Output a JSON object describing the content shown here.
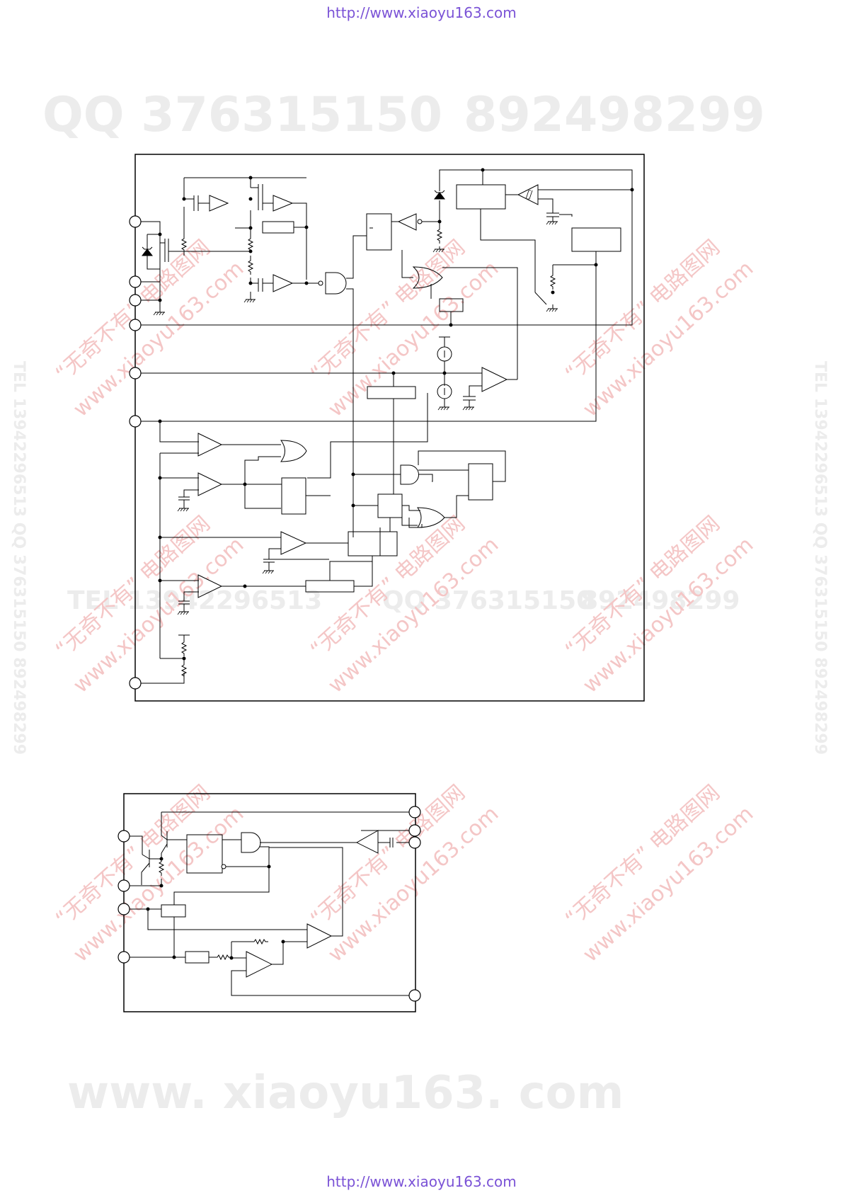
{
  "page": {
    "header_url": "http://www.xiaoyu163.com",
    "footer_url": "http://www.xiaoyu163.com"
  },
  "watermarks": {
    "qq_top_1": "QQ 376315150",
    "qq_top_2": "892498299",
    "tel_mid": "TEL 13942296513",
    "qq_mid": "QQ 376315150",
    "num_mid": "892498299",
    "bottom_url": "www. xiaoyu163. com",
    "side_left": "TEL 13942296513  QQ 376315150  892498299",
    "side_right": "TEL 13942296513  QQ 376315150  892498299",
    "diag_cn": "“无奇不有” 电路图网",
    "diag_url": "www.xiaoyu163.com"
  },
  "colors": {
    "header_url": "#7a52d6",
    "watermark": "#ececec",
    "diag_watermark": "#f4c6c6",
    "line": "#000000"
  }
}
